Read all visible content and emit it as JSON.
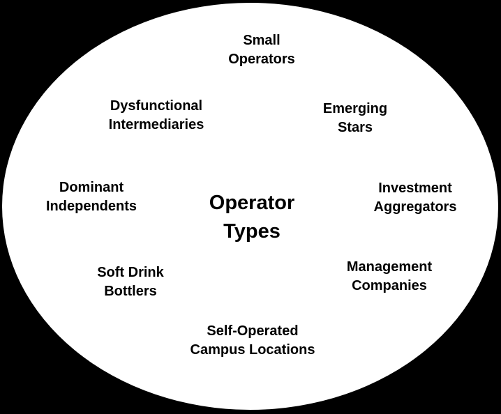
{
  "diagram": {
    "type": "radial-category-diagram",
    "shape": "ellipse",
    "colors": {
      "background": "#000000",
      "ellipse_fill": "#ffffff",
      "text": "#000000"
    },
    "center": {
      "label": "Operator\nTypes"
    },
    "nodes": [
      {
        "position": "top",
        "label": "Small\nOperators"
      },
      {
        "position": "upper-right",
        "label": "Emerging\nStars"
      },
      {
        "position": "right",
        "label": "Investment\nAggregators"
      },
      {
        "position": "lower-right",
        "label": "Management\nCompanies"
      },
      {
        "position": "bottom",
        "label": "Self-Operated\nCampus Locations"
      },
      {
        "position": "lower-left",
        "label": "Soft Drink\nBottlers"
      },
      {
        "position": "left",
        "label": "Dominant\nIndependents"
      },
      {
        "position": "upper-left",
        "label": "Dysfunctional\nIntermediaries"
      }
    ]
  }
}
